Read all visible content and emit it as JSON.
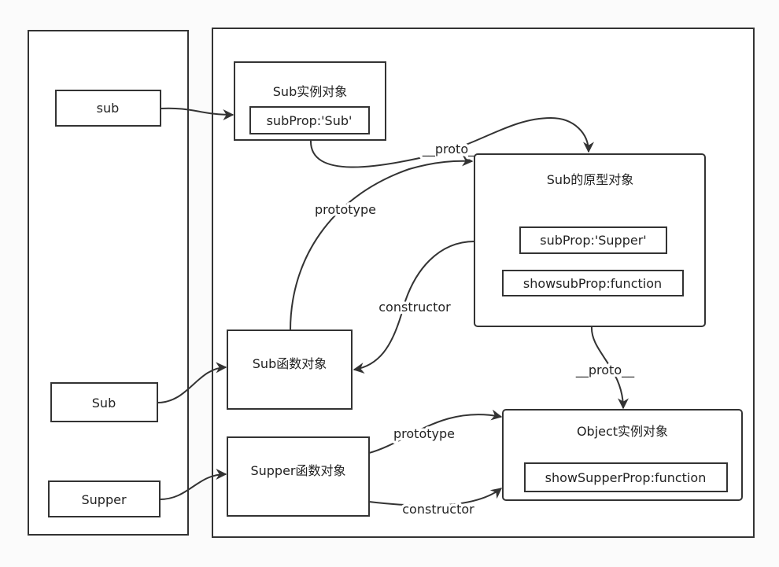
{
  "variables": {
    "sub": "sub",
    "Sub": "Sub",
    "Supper": "Supper"
  },
  "nodes": {
    "sub_instance": {
      "title": "Sub实例对象",
      "props": [
        "subProp:'Sub'"
      ]
    },
    "sub_prototype": {
      "title": "Sub的原型对象",
      "props": [
        "subProp:'Supper'",
        "showsubProp:function"
      ]
    },
    "sub_function": {
      "title": "Sub函数对象"
    },
    "supper_function": {
      "title": "Supper函数对象"
    },
    "object_instance": {
      "title": "Object实例对象",
      "props": [
        "showSupperProp:function"
      ]
    }
  },
  "edges": {
    "instance_proto": "__proto__",
    "sub_prototype_link": "prototype",
    "sub_constructor_link": "constructor",
    "prototype_proto": "__proto__",
    "supper_prototype_link": "prototype",
    "supper_constructor_link": "constructor"
  }
}
